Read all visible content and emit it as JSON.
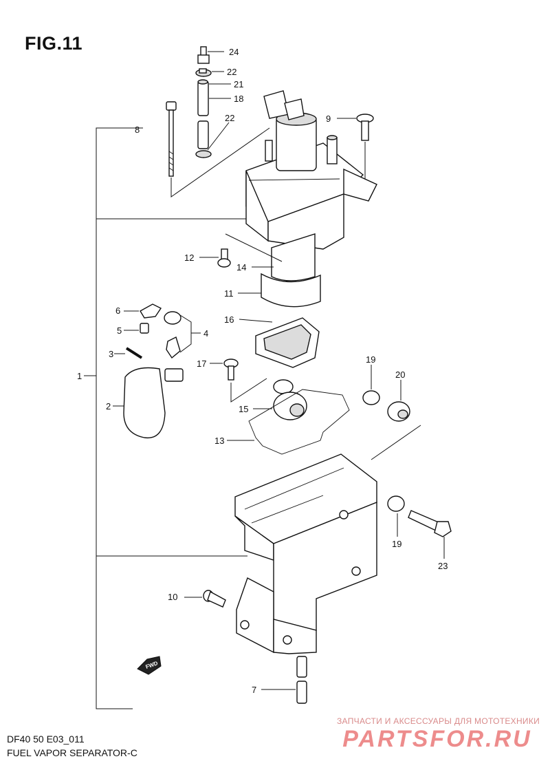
{
  "figure": {
    "title": "FIG.11",
    "code": "DF40 50 E03_011",
    "caption": "FUEL VAPOR SEPARATOR-C",
    "fwd_label": "FWD"
  },
  "callouts": {
    "c1": "1",
    "c2": "2",
    "c3": "3",
    "c4": "4",
    "c5": "5",
    "c6": "6",
    "c7": "7",
    "c8": "8",
    "c9": "9",
    "c10": "10",
    "c11": "11",
    "c12": "12",
    "c13": "13",
    "c14": "14",
    "c15": "15",
    "c16": "16",
    "c17": "17",
    "c18": "18",
    "c19a": "19",
    "c19b": "19",
    "c20": "20",
    "c21": "21",
    "c22a": "22",
    "c22b": "22",
    "c23": "23",
    "c24": "24"
  },
  "watermark": {
    "tagline": "ЗАПЧАСТИ И АКСЕССУАРЫ ДЛЯ МОТОТЕХНИКИ",
    "logo_text": "PARTSFOR.RU",
    "color": "#e03030"
  }
}
